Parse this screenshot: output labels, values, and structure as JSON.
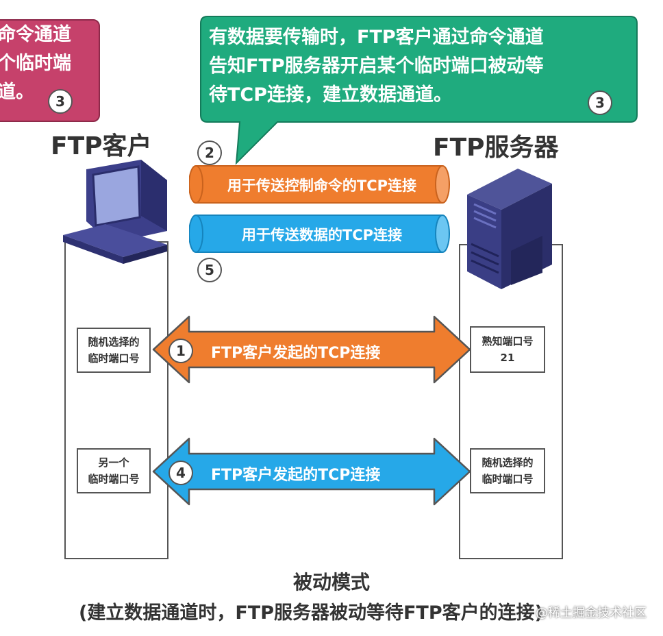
{
  "left_bubble": {
    "text": "命令通道\n个临时端\n道。",
    "step": "3",
    "color": "#c6416b"
  },
  "right_bubble": {
    "text": "有数据要传输时，FTP客户通过命令通道\n告知FTP服务器开启某个临时端口被动等\n待TCP连接，建立数据通道。",
    "step": "3",
    "color": "#1fab7e"
  },
  "client_label": "FTP客户",
  "server_label": "FTP服务器",
  "control_pipe": {
    "step": "2",
    "label": "用于传送控制命令的TCP连接",
    "color": "#ef7d2e"
  },
  "data_pipe": {
    "step": "5",
    "label": "用于传送数据的TCP连接",
    "color": "#26a8e8"
  },
  "connection1": {
    "step": "1",
    "label": "FTP客户发起的TCP连接",
    "client_port": "随机选择的\n临时端口号",
    "server_port": "熟知端口号\n21",
    "color": "#ef7d2e"
  },
  "connection2": {
    "step": "4",
    "label": "FTP客户发起的TCP连接",
    "client_port": "另一个\n临时端口号",
    "server_port": "随机选择的\n临时端口号",
    "color": "#26a8e8"
  },
  "caption": {
    "title": "被动模式",
    "subtitle": "(建立数据通道时，FTP服务器被动等待FTP客户的连接)"
  },
  "watermark": "@稀土掘金技术社区",
  "icons": {
    "client": "desktop-computer-icon",
    "server": "tower-server-icon"
  }
}
